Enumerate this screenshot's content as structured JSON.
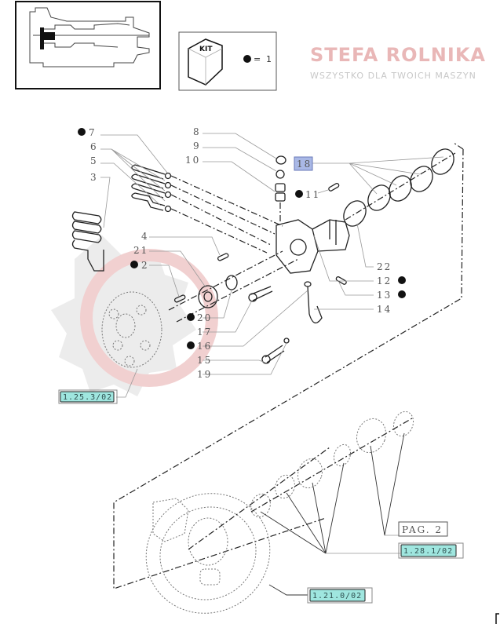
{
  "kit_box": {
    "kit_label": "KIT",
    "legend_equals": "=",
    "legend_value": "1"
  },
  "watermark": {
    "line1": "STEFA ROLNIKA",
    "line2": "WSZYSTKO DLA TWOICH MASZYN"
  },
  "callouts": [
    {
      "id": "7",
      "kit": true
    },
    {
      "id": "6",
      "kit": false
    },
    {
      "id": "5",
      "kit": false
    },
    {
      "id": "3",
      "kit": false
    },
    {
      "id": "8",
      "kit": false
    },
    {
      "id": "9",
      "kit": false
    },
    {
      "id": "10",
      "kit": false
    },
    {
      "id": "18",
      "kit": false,
      "highlight": true
    },
    {
      "id": "11",
      "kit": true
    },
    {
      "id": "4",
      "kit": false
    },
    {
      "id": "21",
      "kit": false
    },
    {
      "id": "2",
      "kit": true
    },
    {
      "id": "22",
      "kit": false
    },
    {
      "id": "12",
      "kit": true
    },
    {
      "id": "13",
      "kit": true
    },
    {
      "id": "14",
      "kit": false
    },
    {
      "id": "20",
      "kit": true
    },
    {
      "id": "17",
      "kit": false
    },
    {
      "id": "16",
      "kit": true
    },
    {
      "id": "15",
      "kit": false
    },
    {
      "id": "19",
      "kit": false
    }
  ],
  "references": {
    "ref_1": "1.25.3/02",
    "ref_2": "PAG. 2",
    "ref_3": "1.28.1/02",
    "ref_4": "1.21.0/02"
  },
  "colors": {
    "reference_fill": "#9fe6df",
    "highlight_fill": "#a9b8e6",
    "watermark_red": "#e9b7b7"
  }
}
